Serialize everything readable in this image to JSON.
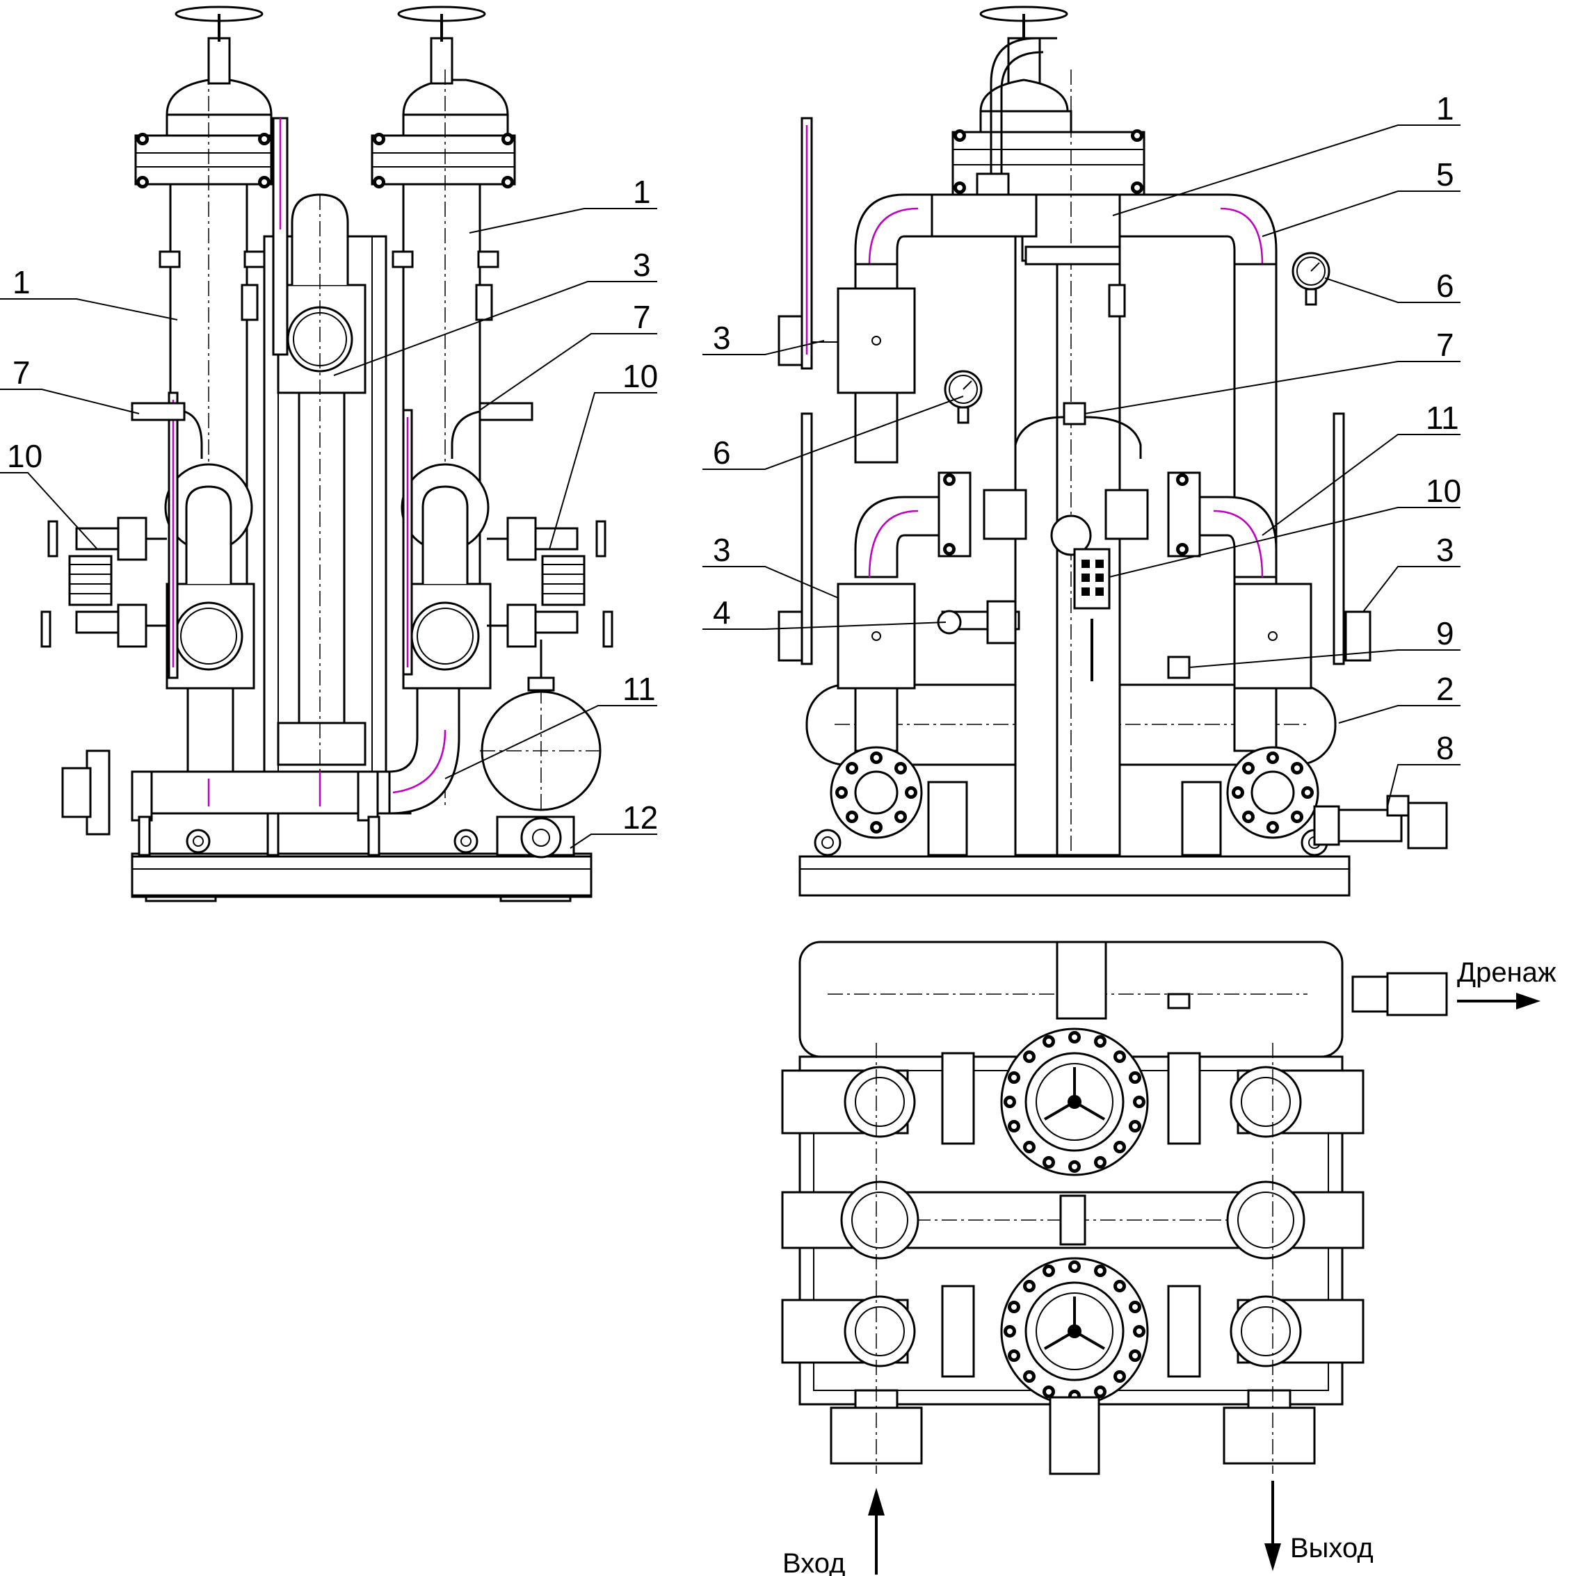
{
  "labels": {
    "one": "1",
    "two": "2",
    "three": "3",
    "four": "4",
    "five": "5",
    "six": "6",
    "seven": "7",
    "eight": "8",
    "nine": "9",
    "ten": "10",
    "eleven": "11",
    "twelve": "12"
  },
  "captions": {
    "drain": "Дренаж",
    "inlet": "Вход",
    "outlet": "Выход"
  }
}
